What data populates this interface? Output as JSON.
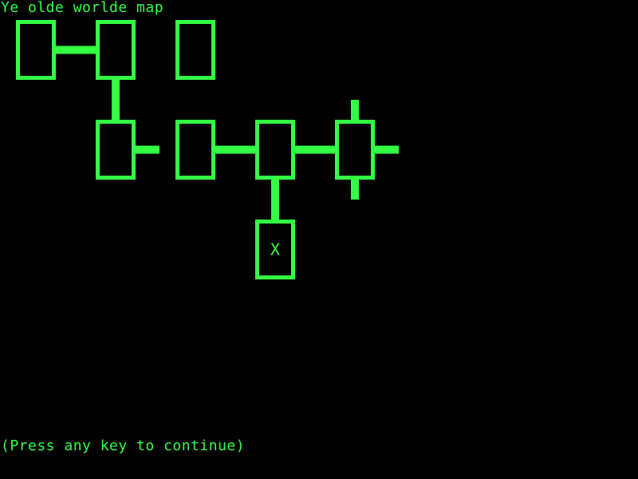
{
  "screen": {
    "title": "Ye olde worlde map",
    "prompt": "(Press any key to continue)"
  },
  "colors": {
    "background": "#000000",
    "phosphor": "#33ff44"
  },
  "map": {
    "rooms": [
      {
        "id": "r1",
        "col": 0,
        "row": 0
      },
      {
        "id": "r2",
        "col": 1,
        "row": 0
      },
      {
        "id": "r3",
        "col": 2,
        "row": 0
      },
      {
        "id": "r4",
        "col": 1,
        "row": 1
      },
      {
        "id": "r5",
        "col": 2,
        "row": 1
      },
      {
        "id": "r6",
        "col": 3,
        "row": 1
      },
      {
        "id": "r7",
        "col": 4,
        "row": 1
      },
      {
        "id": "r8",
        "col": 3,
        "row": 2,
        "marker": "X"
      }
    ],
    "connections": [
      {
        "from": "r1",
        "to": "r2"
      },
      {
        "from": "r2",
        "to": "r4"
      },
      {
        "from": "r5",
        "to": "r6"
      },
      {
        "from": "r6",
        "to": "r7"
      },
      {
        "from": "r6",
        "to": "r8"
      }
    ],
    "exits": [
      {
        "room": "r4",
        "dir": "east"
      },
      {
        "room": "r7",
        "dir": "north"
      },
      {
        "room": "r7",
        "dir": "east"
      },
      {
        "room": "r7",
        "dir": "south"
      }
    ],
    "player_marker": "X"
  }
}
